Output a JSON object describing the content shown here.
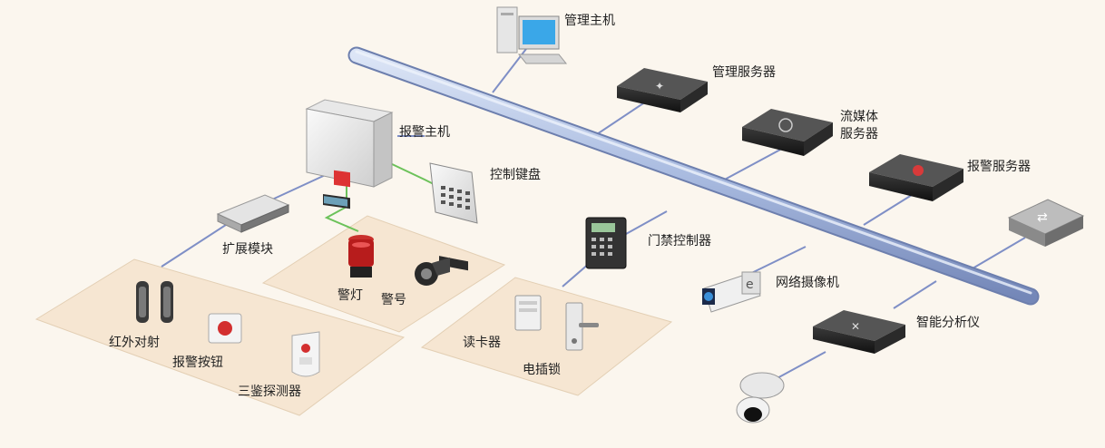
{
  "labels": {
    "management_host": "管理主机",
    "management_server": "管理服务器",
    "streaming_server_line1": "流媒体",
    "streaming_server_line2": "服务器",
    "alarm_server": "报警服务器",
    "alarm_host": "报警主机",
    "control_keyboard": "控制键盘",
    "expansion_module": "扩展模块",
    "alarm_light": "警灯",
    "alarm_horn": "警号",
    "access_controller": "门禁控制器",
    "network_camera": "网络摄像机",
    "smart_analyzer": "智能分析仪",
    "infrared_beam": "红外对射",
    "alarm_button": "报警按钮",
    "triple_detector": "三鉴探测器",
    "card_reader": "读卡器",
    "electric_lock": "电插锁"
  },
  "colors": {
    "background": "#fbf6ee",
    "zone_fill": "#f6e6d2",
    "bus": "#aebfe0",
    "link_blue": "#7f8fc6",
    "link_green": "#6cc25a"
  }
}
